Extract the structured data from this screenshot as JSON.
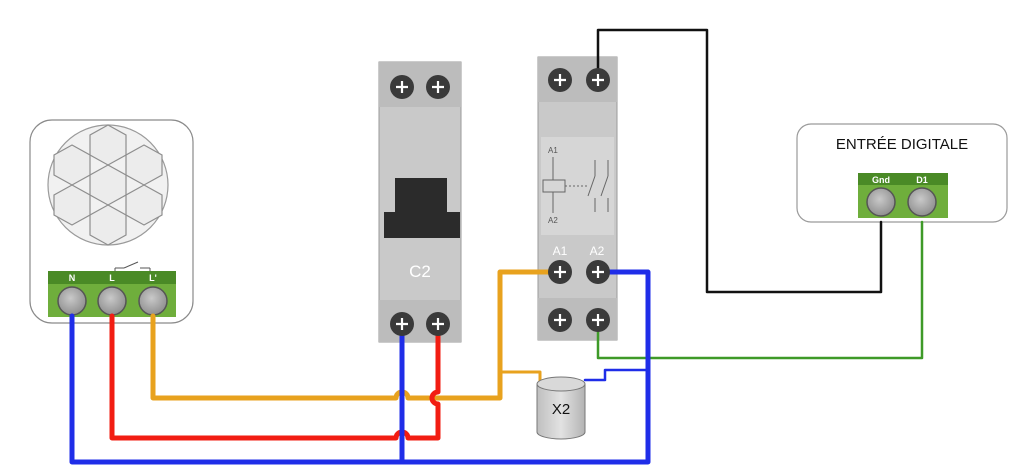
{
  "sensor": {
    "terminals": [
      "N",
      "L",
      "L'"
    ]
  },
  "breaker": {
    "label": "C2"
  },
  "contactor": {
    "coil_top_label": "A1",
    "coil_bottom_label": "A2",
    "terminal_a1": "A1",
    "terminal_a2": "A2"
  },
  "digital_input": {
    "title": "ENTRÉE DIGITALE",
    "terminal_gnd": "Gnd",
    "terminal_d1": "D1"
  },
  "junction": {
    "label": "X2"
  },
  "colors": {
    "neutral": "#1f2de8",
    "live": "#f21d12",
    "switched": "#e8a21e",
    "signal": "#3e9a28",
    "ground": "#111111",
    "terminal_green": "#4f8f2b",
    "module_grey": "#c8c8c8"
  }
}
